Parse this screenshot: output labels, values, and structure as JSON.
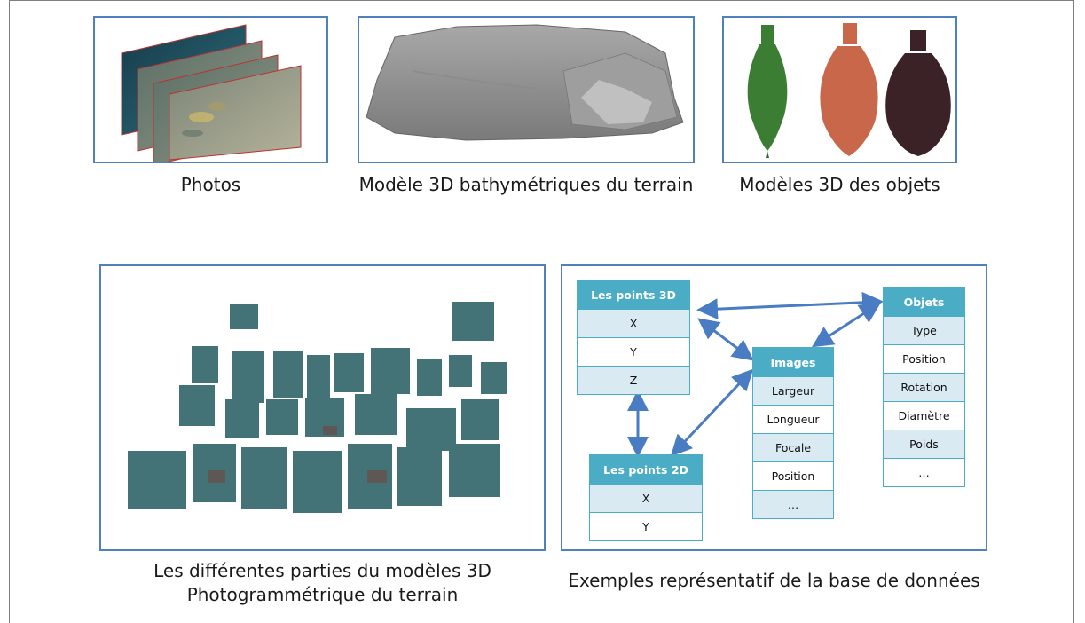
{
  "captions": {
    "photos": "Photos",
    "bathymetry": "Modèle 3D bathymétriques du terrain",
    "objects": "Modèles 3D des objets",
    "parts_line1": "Les différentes parties du modèles 3D",
    "parts_line2": "Photogrammétrique du terrain",
    "database": "Exemples représentatif de la base de données"
  },
  "tables": {
    "points3d": {
      "title": "Les points 3D",
      "rows": [
        "X",
        "Y",
        "Z"
      ]
    },
    "points2d": {
      "title": "Les points 2D",
      "rows": [
        "X",
        "Y"
      ]
    },
    "images": {
      "title": "Images",
      "rows": [
        "Largeur",
        "Longueur",
        "Focale",
        "Position",
        "…"
      ]
    },
    "objets": {
      "title": "Objets",
      "rows": [
        "Type",
        "Position",
        "Rotation",
        "Diamètre",
        "Poids",
        "…"
      ]
    }
  },
  "colors": {
    "panel_border": "#4f81bd",
    "table_header": "#4bacc6",
    "table_alt_row": "#d9eaf2",
    "arrow": "#4a7cc4",
    "amphora_green": "#3a7d33",
    "amphora_orange": "#c9674a",
    "amphora_dark": "#3b2226"
  }
}
